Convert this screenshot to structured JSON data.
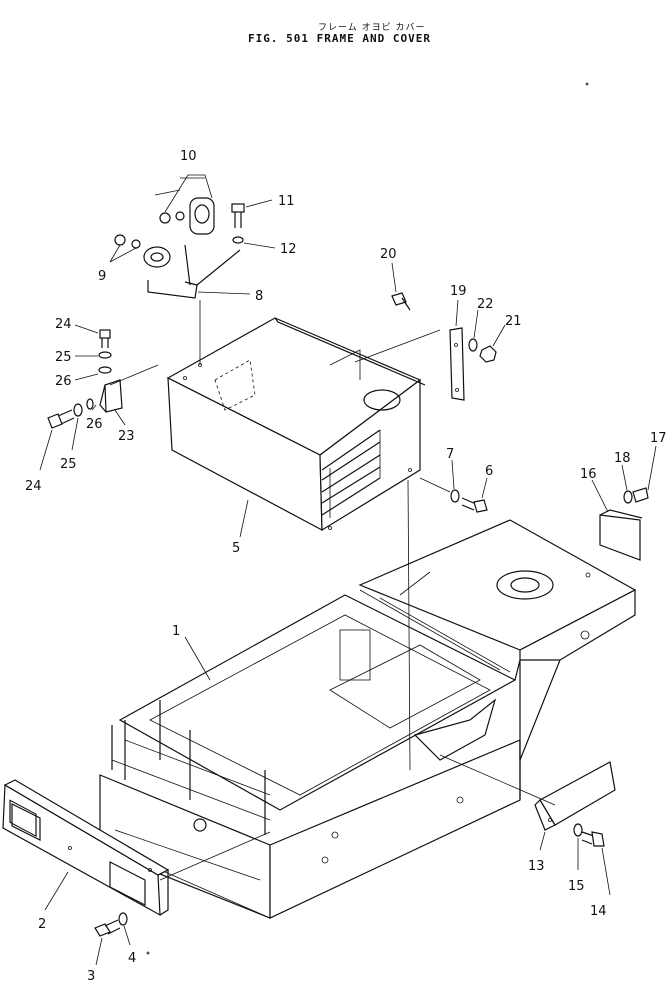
{
  "header": {
    "subtitle": "フレーム オヨビ カバー",
    "title": "FIG. 501  FRAME AND COVER"
  },
  "callouts": [
    {
      "id": "c1",
      "text": "1"
    },
    {
      "id": "c2",
      "text": "2"
    },
    {
      "id": "c3",
      "text": "3"
    },
    {
      "id": "c4",
      "text": "4"
    },
    {
      "id": "c5",
      "text": "5"
    },
    {
      "id": "c6",
      "text": "6"
    },
    {
      "id": "c7",
      "text": "7"
    },
    {
      "id": "c8",
      "text": "8"
    },
    {
      "id": "c9",
      "text": "9"
    },
    {
      "id": "c10",
      "text": "10"
    },
    {
      "id": "c11",
      "text": "11"
    },
    {
      "id": "c12",
      "text": "12"
    },
    {
      "id": "c13",
      "text": "13"
    },
    {
      "id": "c14",
      "text": "14"
    },
    {
      "id": "c15",
      "text": "15"
    },
    {
      "id": "c16",
      "text": "16"
    },
    {
      "id": "c17",
      "text": "17"
    },
    {
      "id": "c18",
      "text": "18"
    },
    {
      "id": "c19",
      "text": "19"
    },
    {
      "id": "c20",
      "text": "20"
    },
    {
      "id": "c21",
      "text": "21"
    },
    {
      "id": "c22",
      "text": "22"
    },
    {
      "id": "c23",
      "text": "23"
    },
    {
      "id": "c24a",
      "text": "24"
    },
    {
      "id": "c24b",
      "text": "24"
    },
    {
      "id": "c25a",
      "text": "25"
    },
    {
      "id": "c25b",
      "text": "25"
    },
    {
      "id": "c26a",
      "text": "26"
    },
    {
      "id": "c26b",
      "text": "26"
    }
  ]
}
